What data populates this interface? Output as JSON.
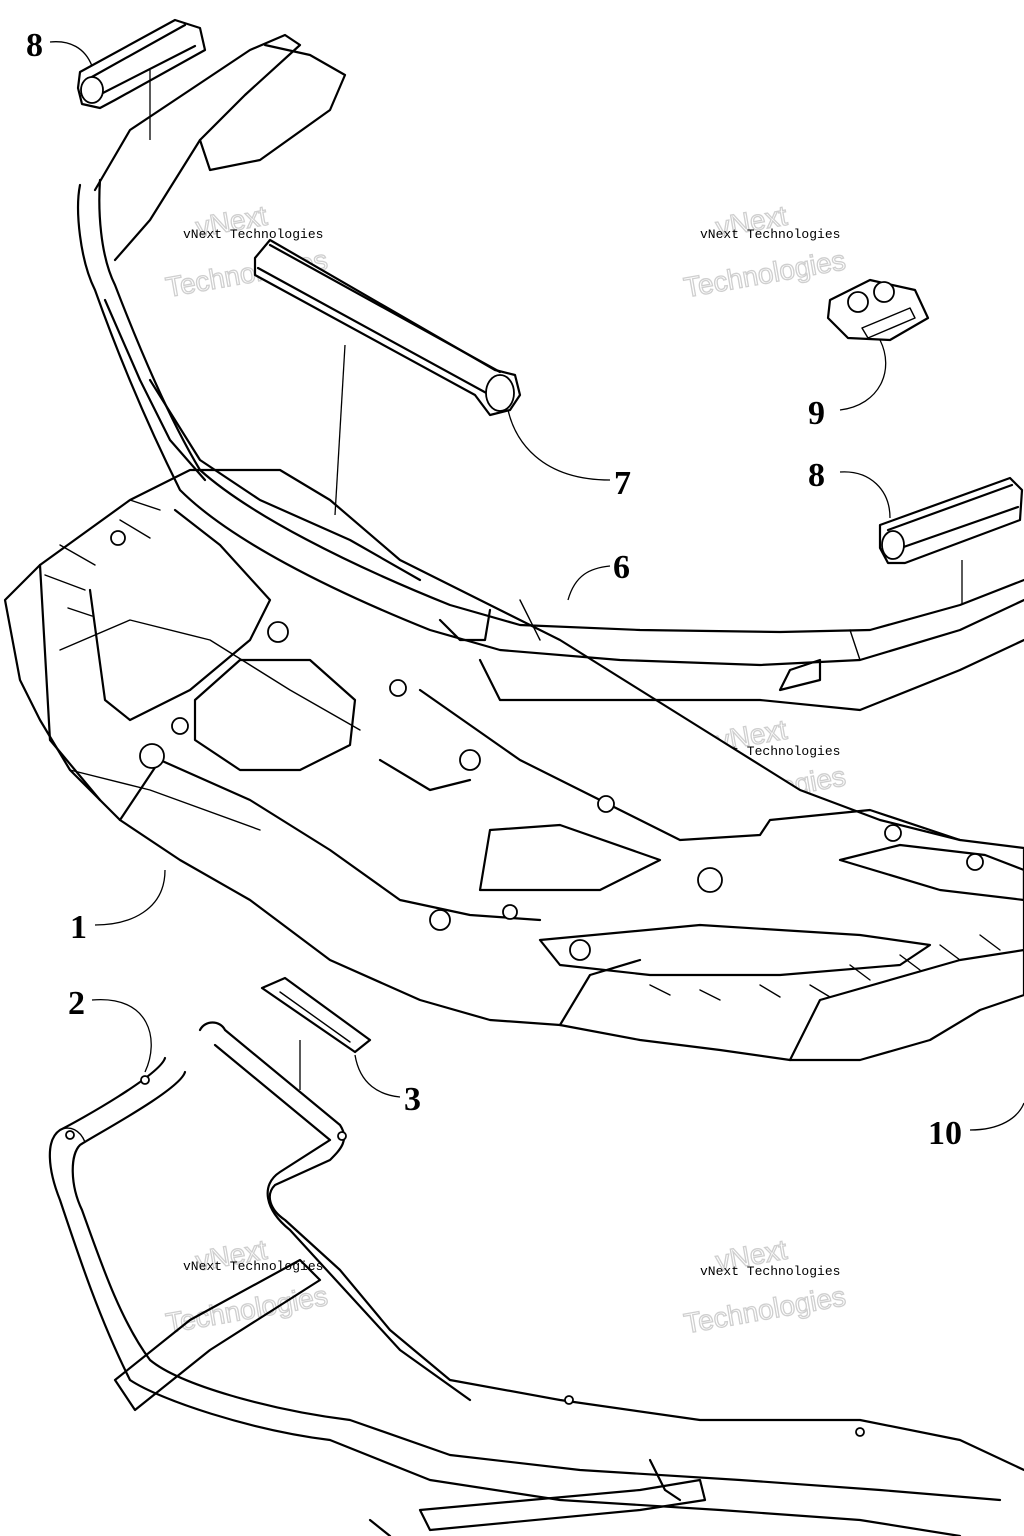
{
  "callouts": {
    "c1": "1",
    "c2": "2",
    "c3": "3",
    "c6": "6",
    "c7": "7",
    "c8": "8",
    "c9": "9",
    "c10": "10"
  },
  "watermark": {
    "small": "vNext Technologies",
    "vnext": "vNext",
    "big": "Technologies"
  }
}
